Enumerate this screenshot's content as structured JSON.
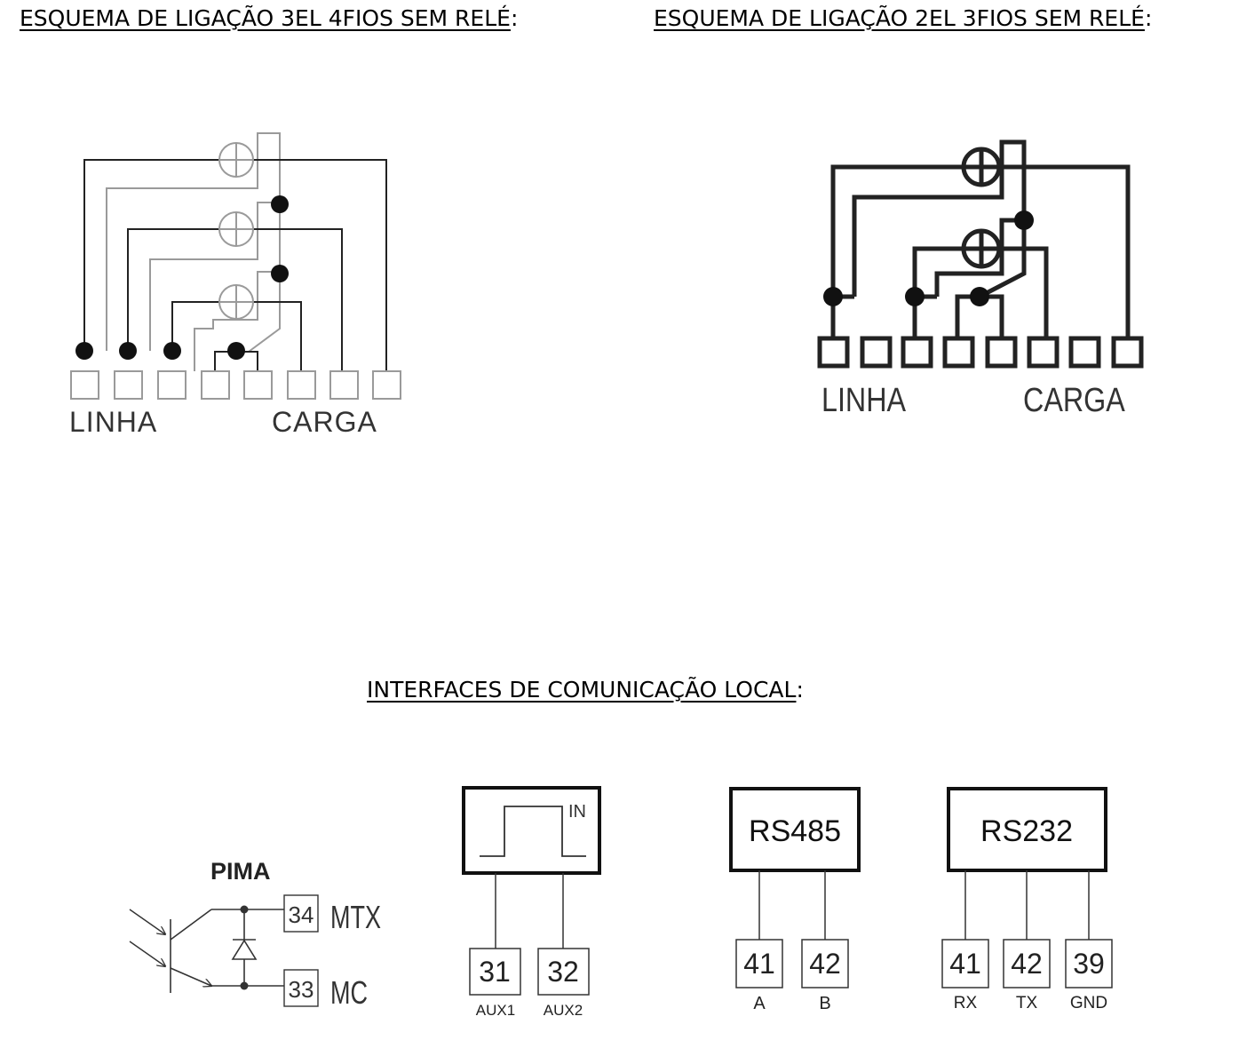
{
  "headings": {
    "left": "ESQUEMA DE LIGAÇÃO 3EL 4FIOS SEM RELÉ",
    "right": "ESQUEMA DE LIGAÇÃO 2EL 3FIOS SEM RELÉ",
    "interfaces": "INTERFACES DE COMUNICAÇÃO LOCAL",
    "colon": ":"
  },
  "diagram_3el": {
    "linha": "LINHA",
    "carga": "CARGA"
  },
  "diagram_2el": {
    "linha": "LINHA",
    "carga": "CARGA"
  },
  "pima": {
    "title": "PIMA",
    "t1_num": "34",
    "t1_label": "MTX",
    "t2_num": "33",
    "t2_label": "MC"
  },
  "pulse": {
    "in_label": "IN",
    "t1_num": "31",
    "t1_label": "AUX1",
    "t2_num": "32",
    "t2_label": "AUX2"
  },
  "rs485": {
    "title": "RS485",
    "t1_num": "41",
    "t1_label": "A",
    "t2_num": "42",
    "t2_label": "B"
  },
  "rs232": {
    "title": "RS232",
    "t1_num": "41",
    "t1_label": "RX",
    "t2_num": "42",
    "t2_label": "TX",
    "t3_num": "39",
    "t3_label": "GND"
  }
}
